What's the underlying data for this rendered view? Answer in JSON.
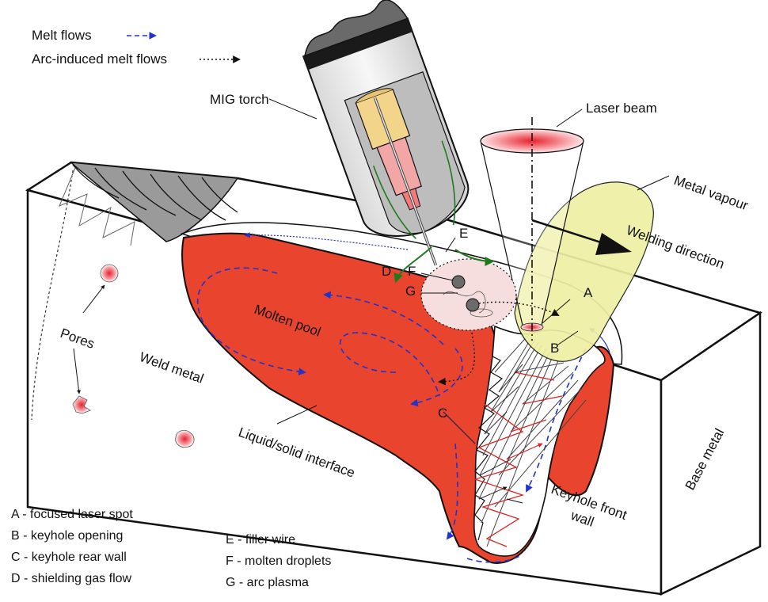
{
  "legend": {
    "melt_flows": "Melt flows",
    "arc_melt_flows": "Arc-induced melt flows"
  },
  "labels": {
    "mig_torch": "MIG torch",
    "laser_beam": "Laser beam",
    "metal_vapour": "Metal vapour",
    "welding_direction": "Welding direction",
    "pores": "Pores",
    "weld_metal": "Weld metal",
    "molten_pool": "Molten pool",
    "liquid_solid_interface": "Liquid/solid interface",
    "keyhole_front_wall_1": "Keyhole front",
    "keyhole_front_wall_2": "wall",
    "base_metal": "Base metal"
  },
  "letters": {
    "a": "A",
    "b": "B",
    "c": "C",
    "d": "D",
    "e": "E",
    "f": "F",
    "g": "G"
  },
  "key": {
    "a": "A - focused laser spot",
    "b": "B - keyhole opening",
    "c": "C - keyhole rear wall",
    "d": "D - shielding gas flow",
    "e": "E - filler wire",
    "f": "F - molten droplets",
    "g": "G - arc plasma"
  },
  "colors": {
    "molten": "#e8442e",
    "vapour": "#eef0a4",
    "plasma": "#f6dede",
    "melt_flow_arrow": "#2233cc",
    "gas_flow_arrow": "#1f7a1f",
    "ray_red": "#dd2222"
  }
}
